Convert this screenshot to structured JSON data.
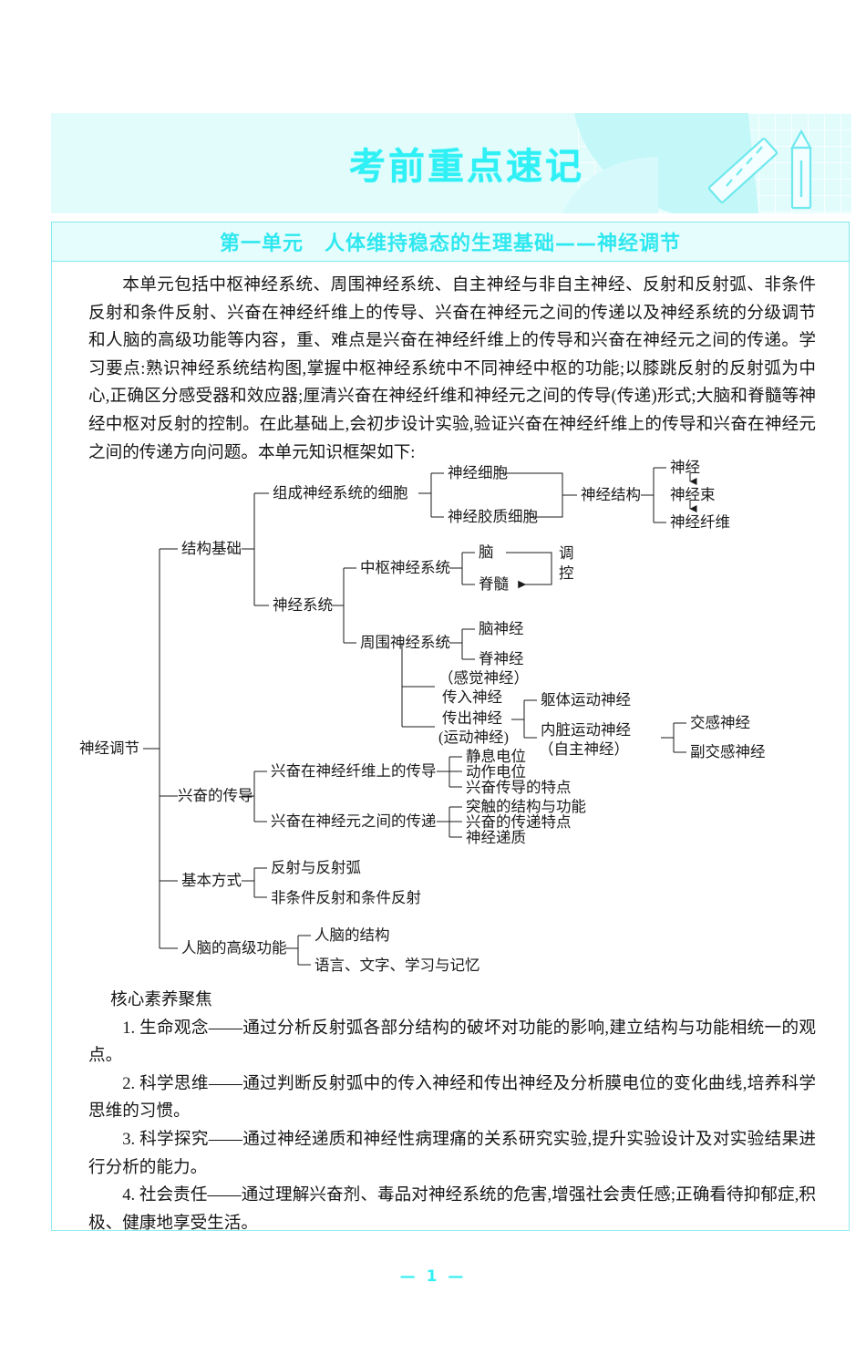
{
  "banner": {
    "title": "考前重点速记",
    "decor_icons": [
      "ruler-icon",
      "pencil-icon"
    ],
    "title_color": "#2ff0f5",
    "background_color": "#e2fcfc"
  },
  "unit_bar": {
    "text": "第一单元　人体维持稳态的生理基础——神经调节",
    "text_color": "#2fe8ef",
    "background_color": "#e6fdfd",
    "border_color": "#7fe9ee"
  },
  "intro": {
    "paragraphs": [
      "本单元包括中枢神经系统、周围神经系统、自主神经与非自主神经、反射和反射弧、非条件反射和条件反射、兴奋在神经纤维上的传导、兴奋在神经元之间的传递以及神经系统的分级调节和人脑的高级功能等内容，重、难点是兴奋在神经纤维上的传导和兴奋在神经元之间的传递。学习要点:熟识神经系统结构图,掌握中枢神经系统中不同神经中枢的功能;以膝跳反射的反射弧为中心,正确区分感受器和效应器;厘清兴奋在神经纤维和神经元之间的传导(传递)形式;大脑和脊髓等神经中枢对反射的控制。在此基础上,会初步设计实验,验证兴奋在神经纤维上的传导和兴奋在神经元之间的传递方向问题。本单元知识框架如下:"
    ]
  },
  "diagram": {
    "root": "神经调节",
    "nodes": {
      "structure_basis": "结构基础",
      "cells_of_nervous_system": "组成神经系统的细胞",
      "nerve_cell": "神经细胞",
      "glial_cell": "神经胶质细胞",
      "nerve_structure": "神经结构",
      "nerve": "神经",
      "nerve_bundle": "神经束",
      "nerve_fiber": "神经纤维",
      "nervous_system": "神经系统",
      "central_nervous_system": "中枢神经系统",
      "brain": "脑",
      "spinal_cord": "脊髓",
      "regulation": "调控",
      "peripheral_nervous_system": "周围神经系统",
      "cranial_nerve": "脑神经",
      "spinal_nerve": "脊神经",
      "sensory_nerve_paren": "（感觉神经）",
      "afferent_nerve": "传入神经",
      "efferent_nerve": "传出神经",
      "motor_nerve_paren": "(运动神经)",
      "somatic_motor_nerve": "躯体运动神经",
      "visceral_motor_nerve": "内脏运动神经",
      "autonomic_nerve_paren": "（自主神经）",
      "sympathetic_nerve": "交感神经",
      "parasympathetic_nerve": "副交感神经",
      "excitation_conduction": "兴奋的传导",
      "conduction_on_fiber": "兴奋在神经纤维上的传导",
      "resting_potential": "静息电位",
      "action_potential": "动作电位",
      "conduction_features": "兴奋传导的特点",
      "transmission_between_neurons": "兴奋在神经元之间的传递",
      "synapse_structure_function": "突触的结构与功能",
      "transmission_features": "兴奋的传递特点",
      "neurotransmitter": "神经递质",
      "basic_mode": "基本方式",
      "reflex_and_arc": "反射与反射弧",
      "unconditioned_conditioned": "非条件反射和条件反射",
      "advanced_brain_function": "人脑的高级功能",
      "brain_structure": "人脑的结构",
      "language_writing_learning_memory": "语言、文字、学习与记忆"
    }
  },
  "focus": {
    "heading": "核心素养聚焦",
    "items": [
      "1. 生命观念——通过分析反射弧各部分结构的破坏对功能的影响,建立结构与功能相统一的观点。",
      "2. 科学思维——通过判断反射弧中的传入神经和传出神经及分析膜电位的变化曲线,培养科学思维的习惯。",
      "3. 科学探究——通过神经递质和神经性病理痛的关系研究实验,提升实验设计及对实验结果进行分析的能力。",
      "4. 社会责任——通过理解兴奋剂、毒品对神经系统的危害,增强社会责任感;正确看待抑郁症,积极、健康地享受生活。"
    ]
  },
  "footer": {
    "page_number": "— 1 —"
  }
}
